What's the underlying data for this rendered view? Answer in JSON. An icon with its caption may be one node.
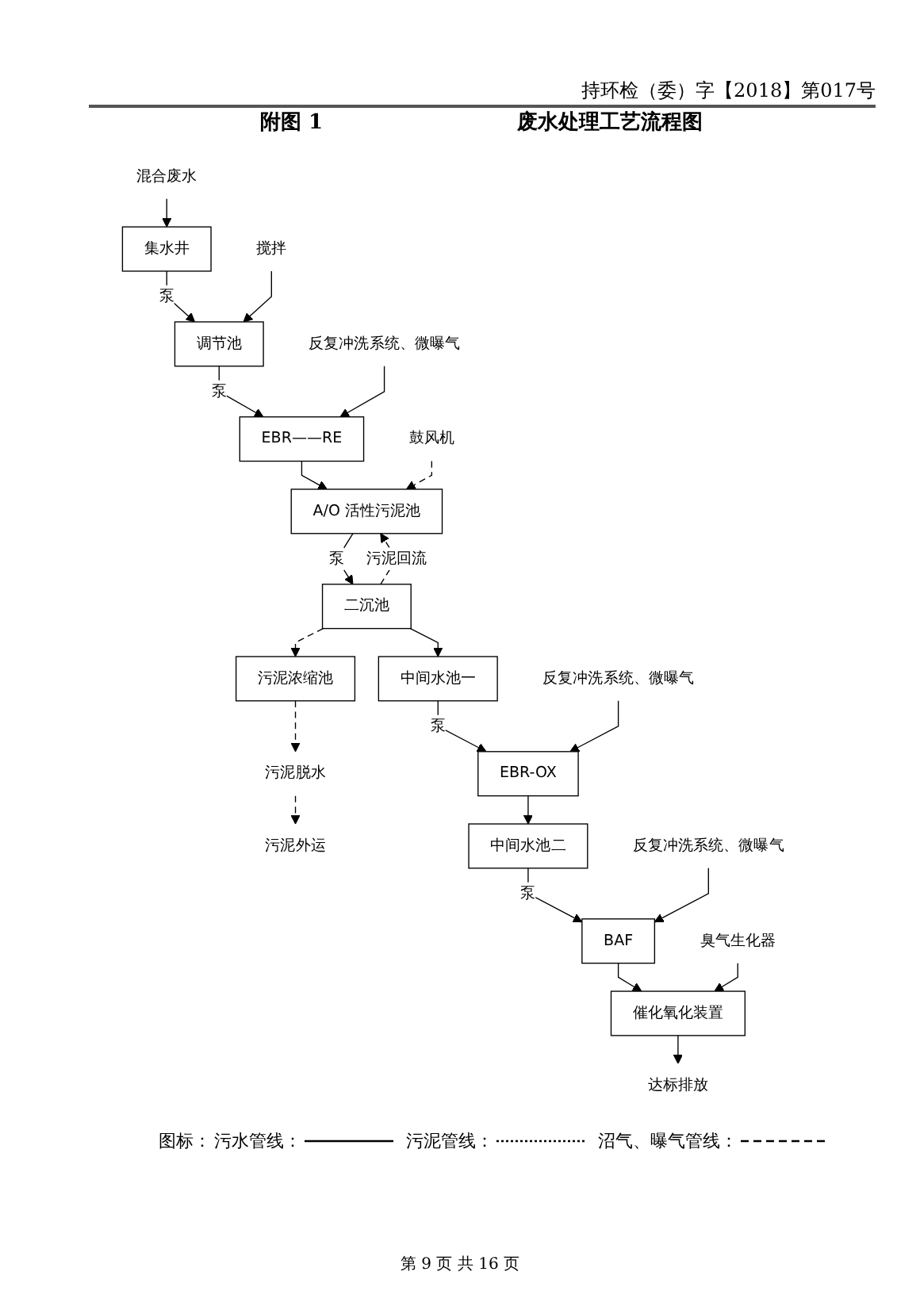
{
  "diagram": {
    "title": "废水处理工艺流程图",
    "nodes": [
      {
        "text": [
          "混合废水"
        ]
      },
      {
        "text": [
          "集水井"
        ]
      },
      {
        "text": [
          "调节池"
        ]
      },
      {
        "text": [
          "搅拌"
        ]
      },
      {
        "text": [
          "EBR——RE"
        ]
      },
      {
        "text": [
          "反复冲洗系统、微曝气"
        ]
      },
      {
        "text": [
          "A/O 活性污泥池"
        ]
      },
      {
        "text": [
          "鼓风机"
        ]
      },
      {
        "text": [
          "二沉池"
        ]
      },
      {
        "text": [
          "污泥浓缩池"
        ]
      },
      {
        "text": [
          "污泥脱水"
        ]
      },
      {
        "text": [
          "污泥外运"
        ]
      },
      {
        "text": [
          "中间水池一"
        ]
      },
      {
        "text": [
          "EBR-OX"
        ]
      },
      {
        "text": [
          "反复冲洗系统、微曝气"
        ]
      },
      {
        "text": [
          "中间水池二"
        ]
      },
      {
        "text": [
          "BAF"
        ]
      },
      {
        "text": [
          "反复冲洗系统、微曝气"
        ]
      },
      {
        "text": [
          "臭气生化器"
        ]
      },
      {
        "text": [
          "催化氧化装置"
        ]
      },
      {
        "text": [
          "达标排放"
        ]
      }
    ],
    "edges": [
      {
        "from": 0,
        "to": 1,
        "arrow": "to"
      },
      {
        "from": 1,
        "to": 2,
        "arrow": "to",
        "label": "泵"
      },
      {
        "from": 3,
        "to": 2,
        "arrow": "to"
      },
      {
        "from": 2,
        "to": 4,
        "arrow": "to",
        "label": "泵"
      },
      {
        "from": 5,
        "to": 4,
        "arrow": "to"
      },
      {
        "from": 4,
        "to": 6,
        "arrow": "to"
      },
      {
        "from": 7,
        "to": 6,
        "arrow": "to",
        "style": "dashed"
      },
      {
        "from": 6,
        "to": 8,
        "arrow": "to",
        "label": "泵"
      },
      {
        "from": 8,
        "to": 6,
        "arrow": "to",
        "label": "污泥回流",
        "style": "dashed"
      },
      {
        "from": 8,
        "to": 9,
        "arrow": "to",
        "style": "dashed"
      },
      {
        "from": 9,
        "to": 10,
        "arrow": "to",
        "style": "dashed"
      },
      {
        "from": 10,
        "to": 11,
        "arrow": "to",
        "style": "dashed"
      },
      {
        "from": 8,
        "to": 12,
        "arrow": "to"
      },
      {
        "from": 12,
        "to": 13,
        "arrow": "to",
        "label": "泵"
      },
      {
        "from": 14,
        "to": 13,
        "arrow": "to"
      },
      {
        "from": 13,
        "to": 15,
        "arrow": "to"
      },
      {
        "from": 15,
        "to": 16,
        "arrow": "to",
        "label": "泵"
      },
      {
        "from": 17,
        "to": 16,
        "arrow": "to"
      },
      {
        "from": 16,
        "to": 19,
        "arrow": "to"
      },
      {
        "from": 18,
        "to": 19,
        "arrow": "to"
      },
      {
        "from": 19,
        "to": 20,
        "arrow": "to"
      }
    ],
    "labels": [
      "持环检（委）字【2018】第017号",
      "附图 1",
      "图标：",
      "第 9 页 共 16 页"
    ],
    "legend": [
      {
        "text": "污水管线："
      },
      {
        "text": "污泥管线："
      },
      {
        "text": "沼气、曝气管线："
      }
    ]
  }
}
